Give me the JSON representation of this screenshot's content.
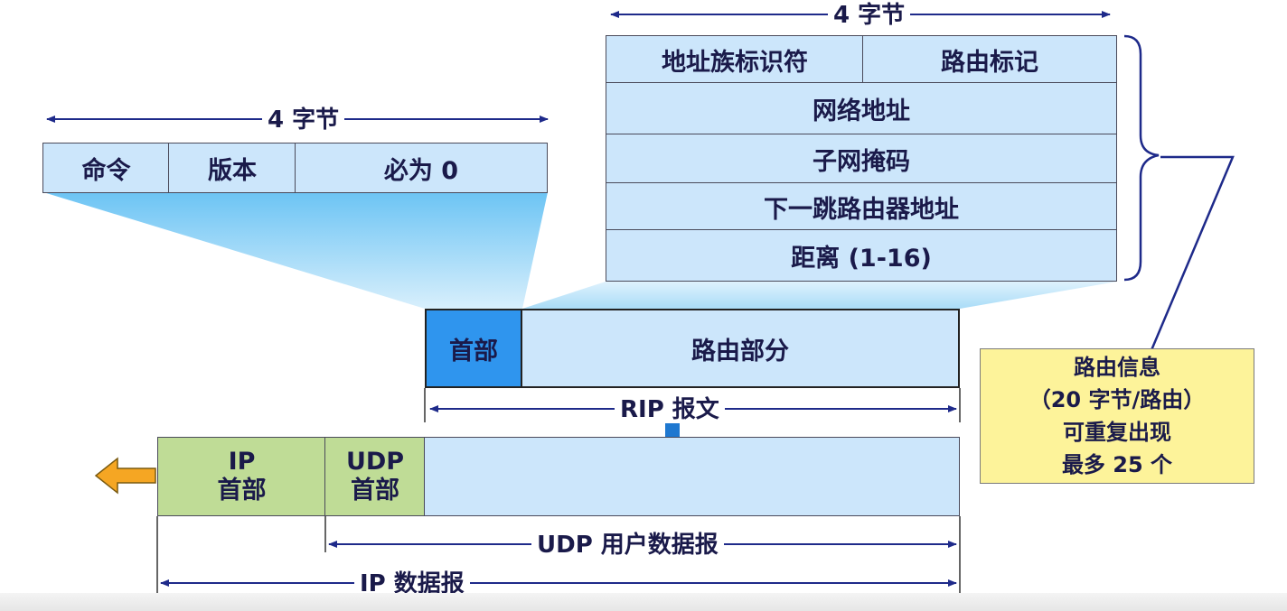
{
  "header_fields": {
    "width_label": "4 字节",
    "cmd": "命令",
    "version": "版本",
    "must_zero": "必为 0"
  },
  "route_entry": {
    "width_label": "4 字节",
    "afi": "地址族标识符",
    "route_tag": "路由标记",
    "net_addr": "网络地址",
    "subnet_mask": "子网掩码",
    "next_hop": "下一跳路由器地址",
    "distance": "距离 (1-16)"
  },
  "rip_message": {
    "header": "首部",
    "routing_part": "路由部分",
    "label": "RIP 报文"
  },
  "encapsulation": {
    "ip_header_line1": "IP",
    "ip_header_line2": "首部",
    "udp_header_line1": "UDP",
    "udp_header_line2": "首部",
    "udp_datagram": "UDP 用户数据报",
    "ip_datagram": "IP 数据报"
  },
  "info_box": {
    "line1": "路由信息",
    "line2": "（20 字节/路由）",
    "line3": "可重复出现",
    "line4": "最多 25 个"
  },
  "colors": {
    "field_fill": "#cce6fb",
    "header_fill": "#2f95ee",
    "ip_udp_fill": "#bfdc96",
    "info_fill": "#fdf39a",
    "line": "#1e2a8a",
    "orange_arrow": "#f5a623"
  }
}
